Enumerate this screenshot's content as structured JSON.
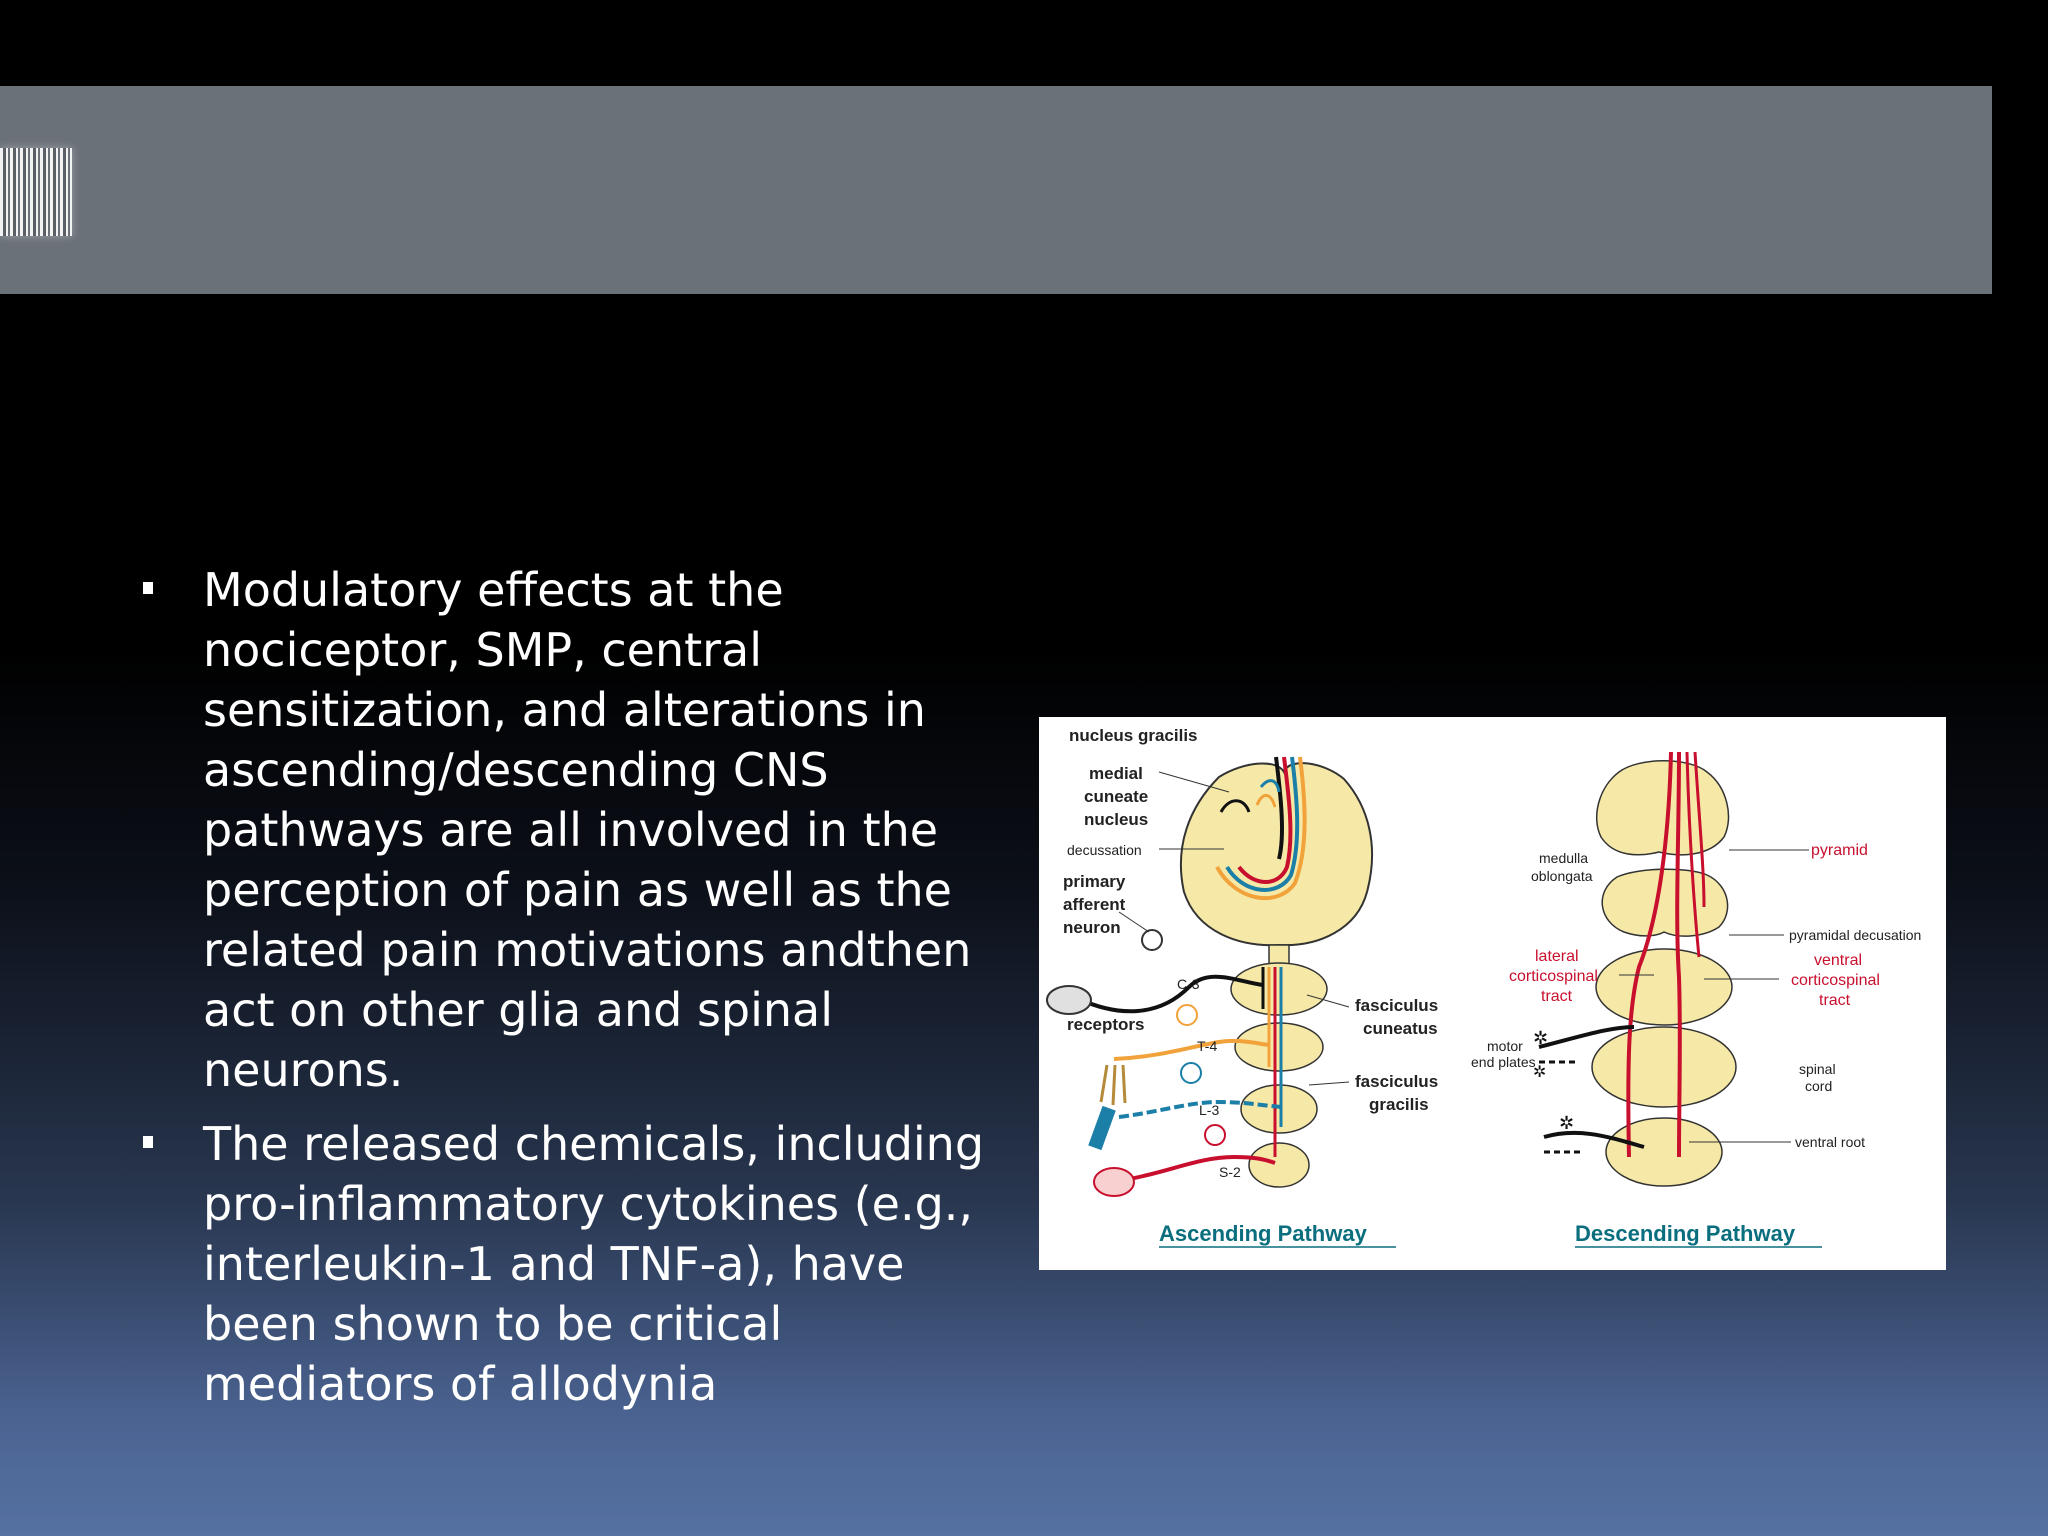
{
  "slide": {
    "bullets": [
      "Modulatory effects at the nociceptor, SMP, central sensitization, and alterations in ascending/descending CNS pathways are all involved in the perception of pain as well as the related pain motivations andthen act on other glia and spinal neurons.",
      " The released chemicals, including pro-inflammatory cytokines (e.g., interleukin-1 and TNF-a), have been shown to be critical mediators of allodynia"
    ]
  },
  "figure": {
    "ascending": {
      "labels": {
        "nucleus_gracilis": "nucleus gracilis",
        "medial": "medial",
        "cuneate": "cuneate",
        "nucleus": "nucleus",
        "decussation": "decussation",
        "primary": "primary",
        "afferent": "afferent",
        "neuron": "neuron",
        "receptors": "receptors",
        "c3": "C-3",
        "t4": "T-4",
        "l3": "L-3",
        "s2": "S-2",
        "fasciculus1": "fasciculus",
        "cuneatus": "cuneatus",
        "fasciculus2": "fasciculus",
        "gracilis": "gracilis"
      },
      "caption": "Ascending Pathway"
    },
    "descending": {
      "labels": {
        "medulla": "medulla",
        "oblongata": "oblongata",
        "pyramid": "pyramid",
        "pyramidal_decussation": "pyramidal decusation",
        "lateral": "lateral",
        "corticospinal_l": "corticospinal",
        "tract_l": "tract",
        "ventral": "ventral",
        "corticospinal_v": "corticospinal",
        "tract_v": "tract",
        "motor": "motor",
        "end_plates": "end plates",
        "spinal": "spinal",
        "cord": "cord",
        "ventral_root": "ventral root"
      },
      "caption": "Descending Pathway"
    },
    "colors": {
      "tissue": "#f6e9a8",
      "red": "#c8102e",
      "blue": "#1b7fa8",
      "orange": "#f2a23a",
      "teal": "#0a6e7e"
    }
  }
}
